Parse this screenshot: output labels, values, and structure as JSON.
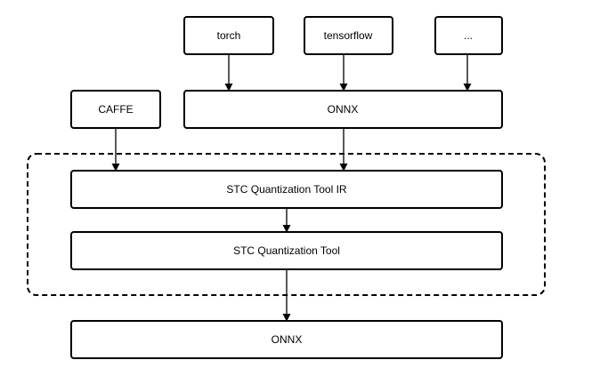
{
  "colors": {
    "stroke": "#000000",
    "fill": "#ffffff",
    "text": "#000000"
  },
  "nodes": {
    "torch": "torch",
    "tensorflow": "tensorflow",
    "more": "...",
    "caffe": "CAFFE",
    "onnx_in": "ONNX",
    "stc_ir": "STC Quantization Tool IR",
    "stc_tool": "STC Quantization Tool",
    "onnx_out": "ONNX"
  },
  "edges": [
    {
      "from": "torch",
      "to": "onnx_in"
    },
    {
      "from": "tensorflow",
      "to": "onnx_in"
    },
    {
      "from": "more",
      "to": "onnx_in"
    },
    {
      "from": "caffe",
      "to": "stc_ir"
    },
    {
      "from": "onnx_in",
      "to": "stc_ir"
    },
    {
      "from": "stc_ir",
      "to": "stc_tool"
    },
    {
      "from": "stc_tool",
      "to": "onnx_out"
    }
  ],
  "group": {
    "contains": [
      "stc_ir",
      "stc_tool"
    ],
    "style": "dashed"
  }
}
